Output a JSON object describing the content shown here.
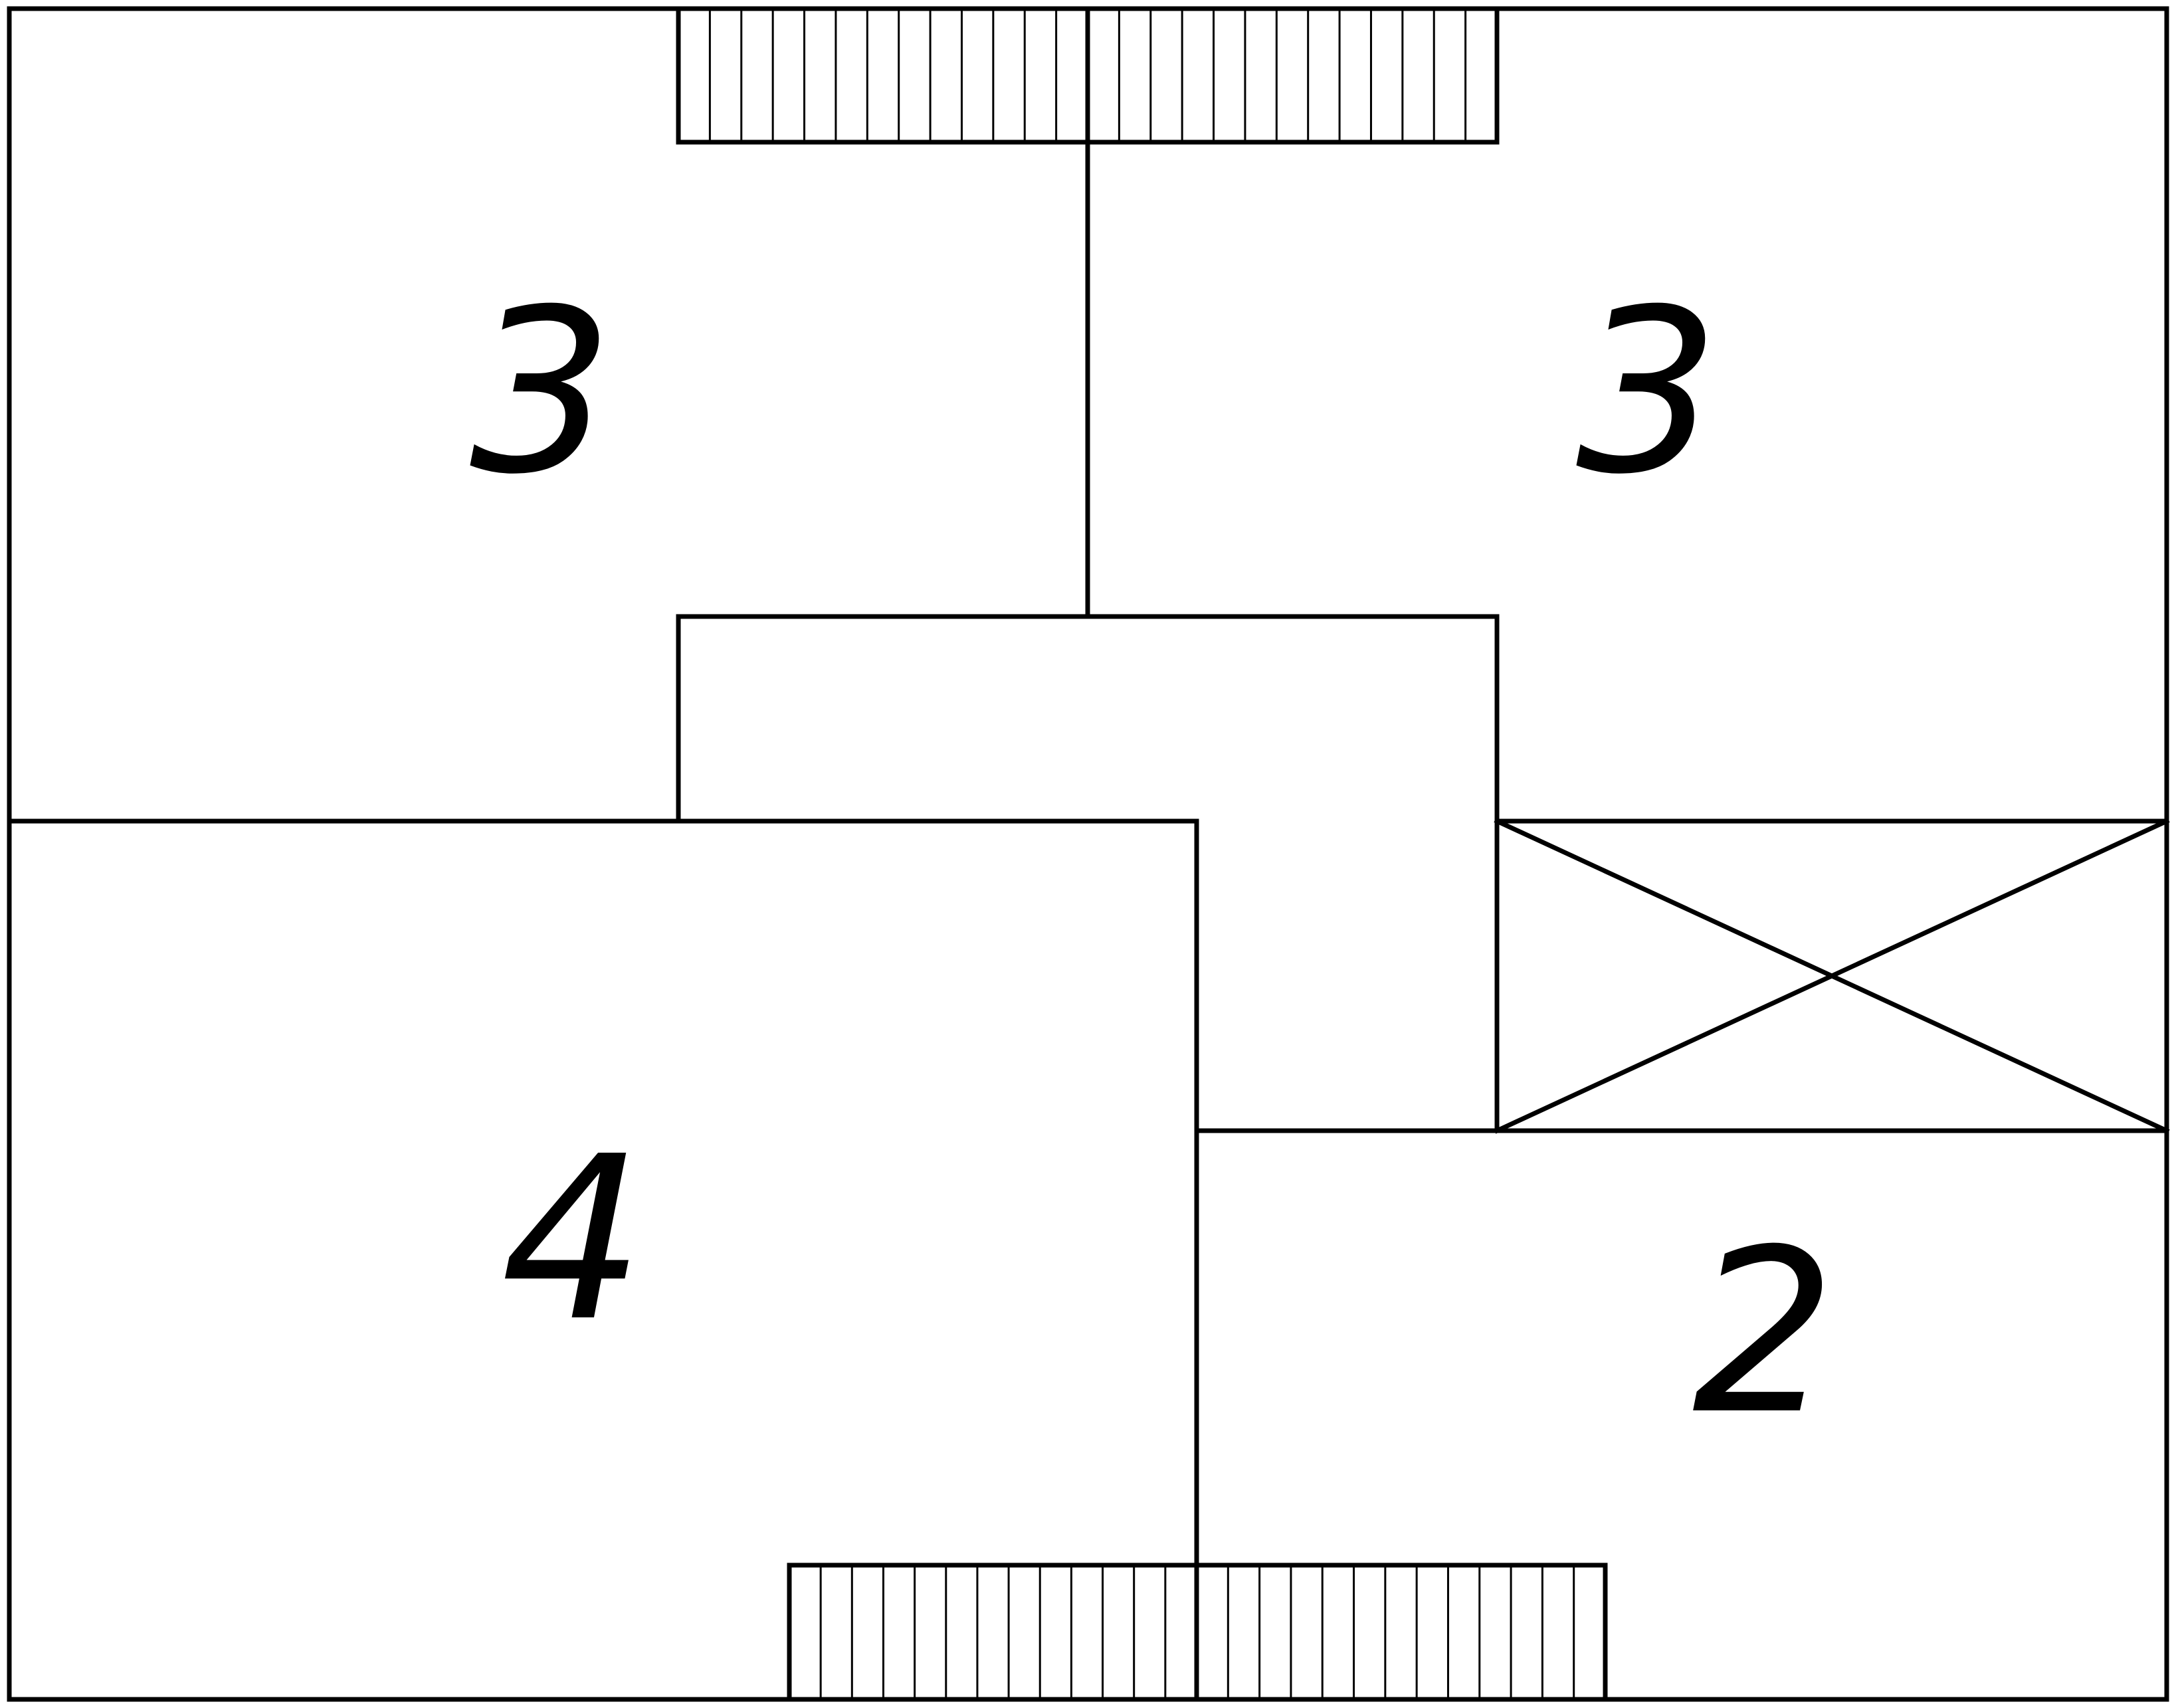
{
  "rooms": [
    {
      "id": "room-top-left",
      "label": "3"
    },
    {
      "id": "room-top-right",
      "label": "3"
    },
    {
      "id": "room-bottom-left",
      "label": "4"
    },
    {
      "id": "room-bottom-right",
      "label": "2"
    }
  ],
  "stairs": [
    {
      "id": "stairs-top-left",
      "steps": 13
    },
    {
      "id": "stairs-top-right",
      "steps": 13
    },
    {
      "id": "stairs-bottom-left",
      "steps": 13
    },
    {
      "id": "stairs-bottom-right",
      "steps": 13
    }
  ],
  "colors": {
    "line": "#000000",
    "background": "#ffffff"
  }
}
